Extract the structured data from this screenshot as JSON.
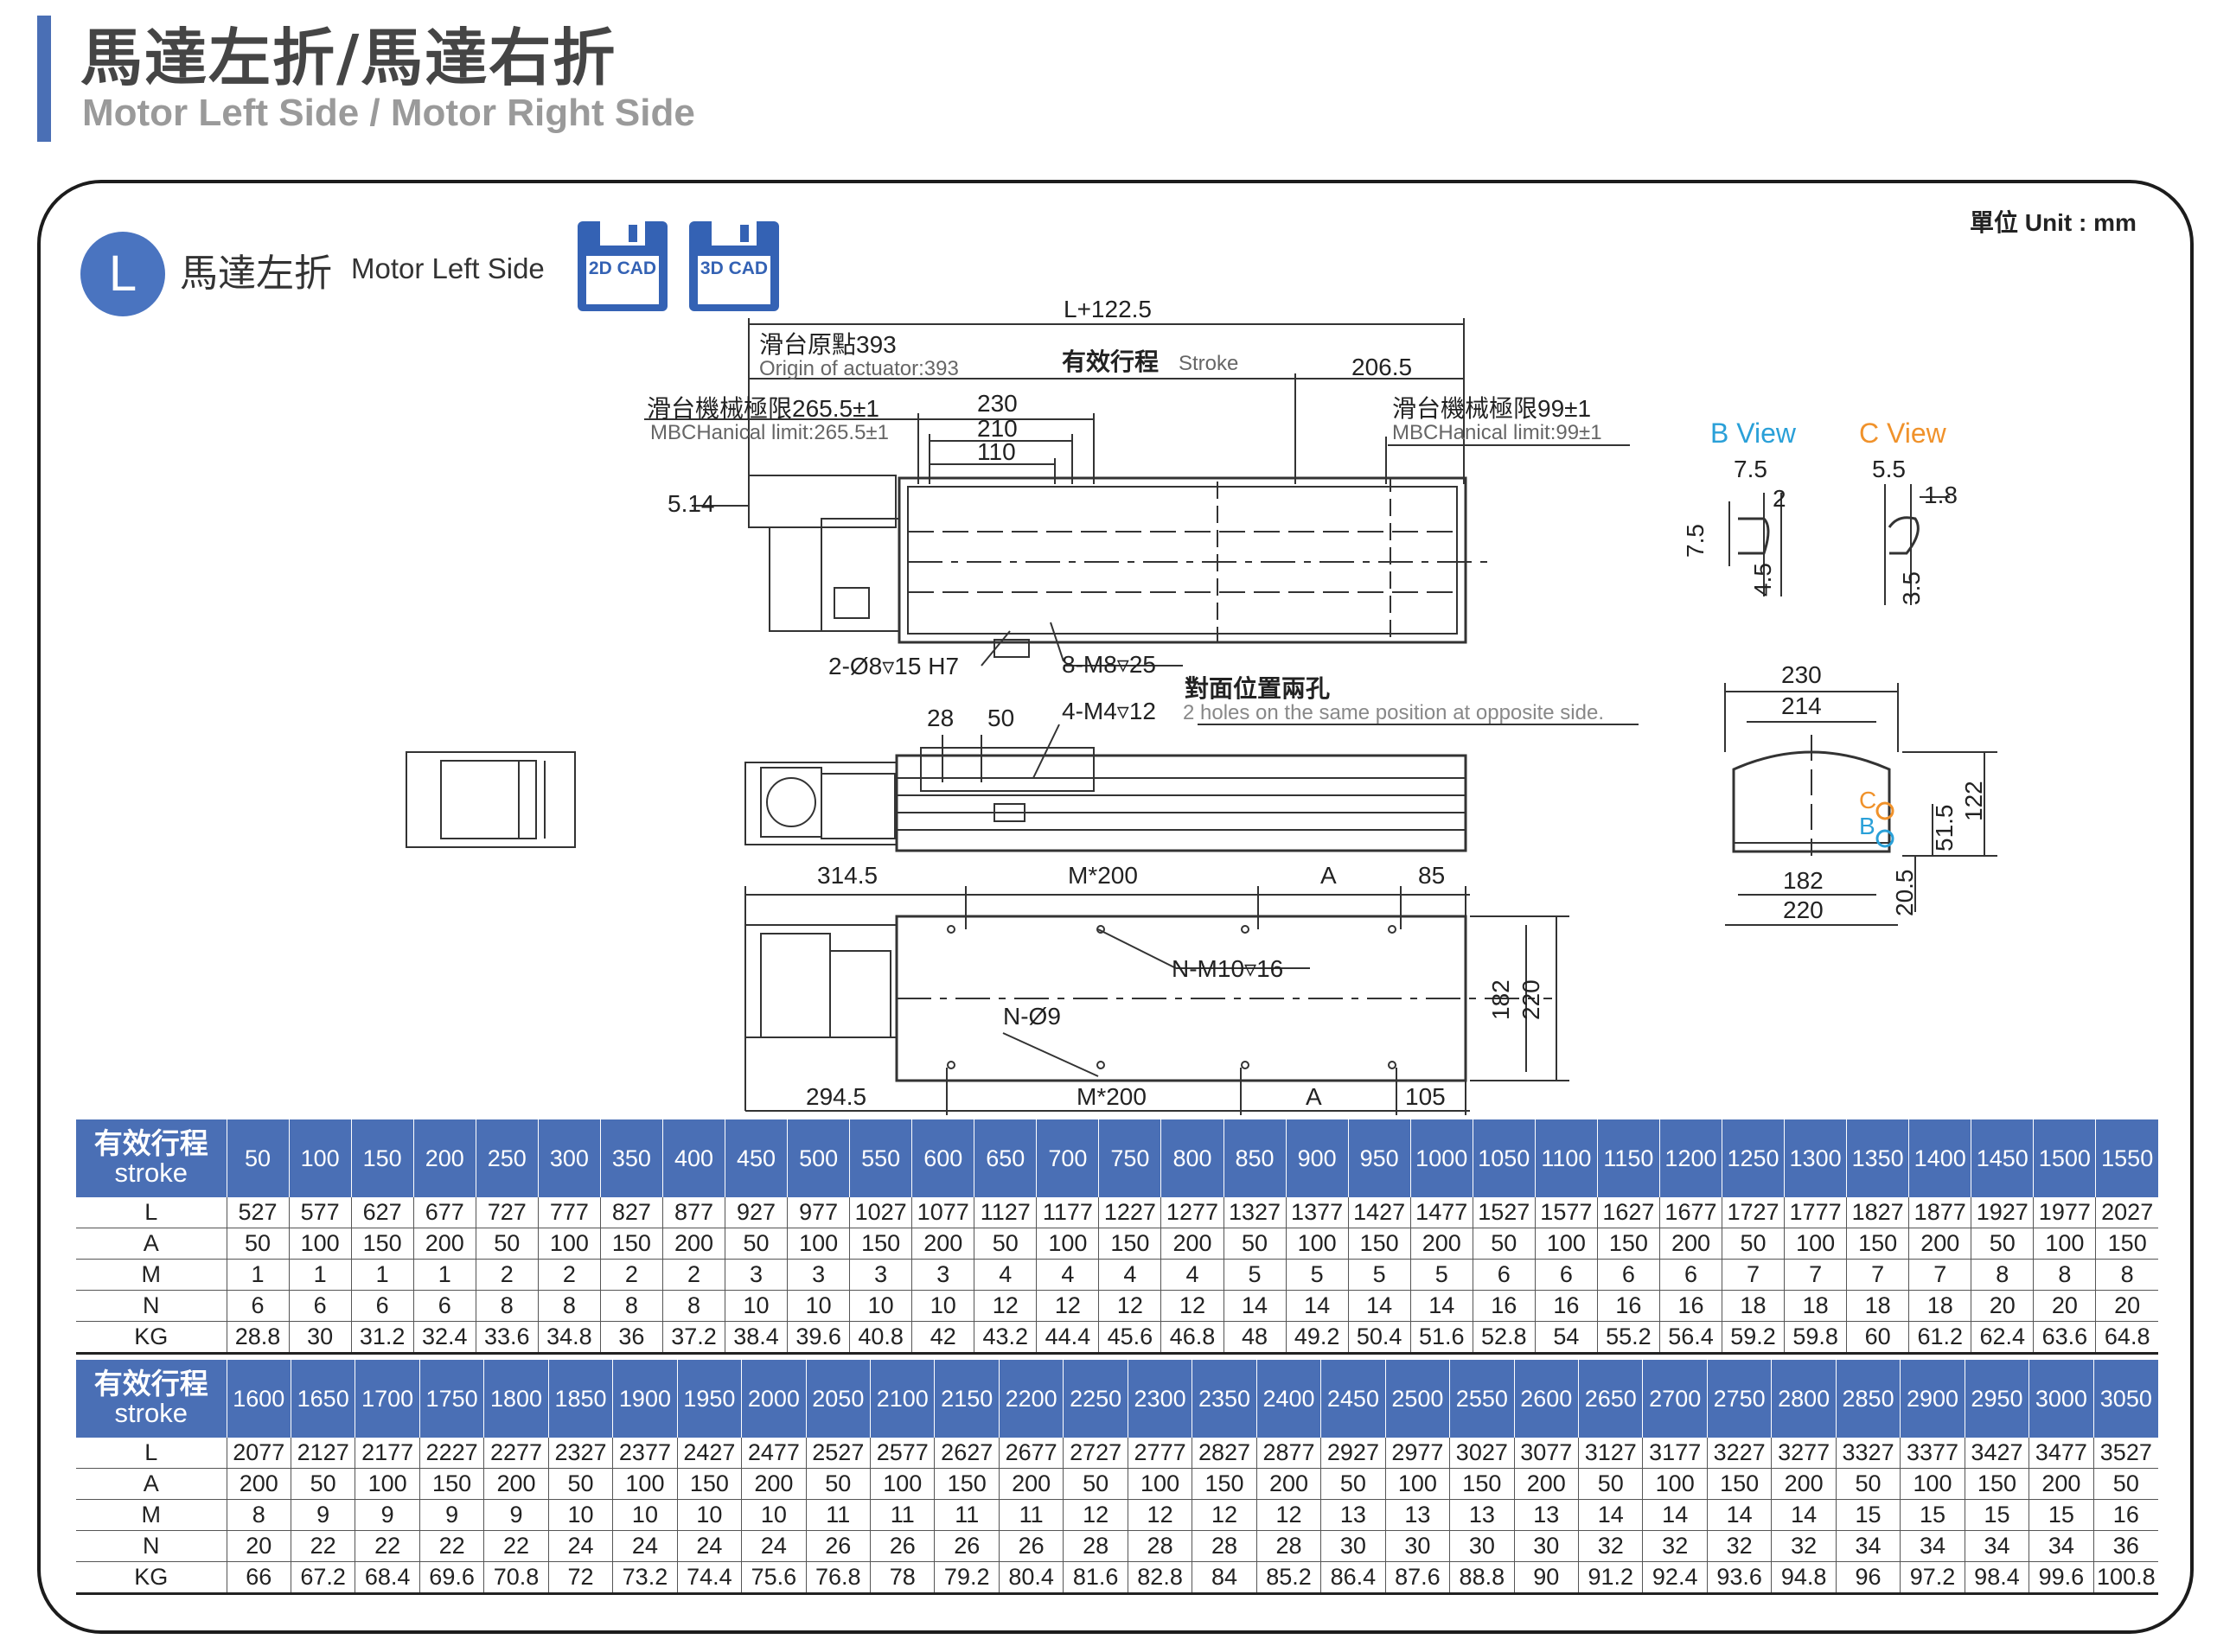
{
  "header": {
    "title_cn": "馬達左折/馬達右折",
    "title_en": "Motor Left Side / Motor Right Side"
  },
  "unit": "單位 Unit : mm",
  "section": {
    "badge": "L",
    "title_cn": "馬達左折",
    "title_en": "Motor Left Side"
  },
  "cad_buttons": [
    {
      "label": "2D CAD"
    },
    {
      "label": "3D CAD"
    }
  ],
  "drawing": {
    "dim_L": "L+122.5",
    "origin_cn": "滑台原點393",
    "origin_en": "Origin of actuator:393",
    "stroke_cn": "有效行程",
    "stroke_en": "Stroke",
    "dim_2065": "206.5",
    "mech_left_cn": "滑台機械極限265.5±1",
    "mech_left_en": "MBCHanical limit:265.5±1",
    "mech_right_cn": "滑台機械極限99±1",
    "mech_right_en": "MBCHanical limit:99±1",
    "dim_230": "230",
    "dim_210": "210",
    "dim_110": "110",
    "dim_514": "5.14",
    "hole_pin": "2-Ø8▿15 H7",
    "hole_m8": "8-M8▿25",
    "opposite_cn": "對面位置兩孔",
    "hole_m4": "4-M4▿12",
    "opposite_en": "2 holes on the same position at opposite side.",
    "dim_28": "28",
    "dim_50": "50",
    "dim_3145": "314.5",
    "dim_M200_top": "M*200",
    "dim_A_top": "A",
    "dim_85": "85",
    "hole_m10": "N-M10▿16",
    "hole_9": "N-Ø9",
    "dim_182v": "182",
    "dim_220v": "220",
    "dim_2945": "294.5",
    "dim_M200_bot": "M*200",
    "dim_A_bot": "A",
    "dim_105": "105",
    "b_view": "B View",
    "c_view": "C View",
    "b_75h": "7.5",
    "b_2": "2",
    "b_75v": "7.5",
    "b_45": "4.5",
    "c_55": "5.5",
    "c_18": "1.8",
    "c_35": "3.5",
    "end_230": "230",
    "end_214": "214",
    "end_182": "182",
    "end_220": "220",
    "end_515": "51.5",
    "end_122": "122",
    "end_205": "20.5",
    "end_C": "C",
    "end_B": "B"
  },
  "colors": {
    "accent": "#4a6fb5",
    "b_view": "#2aa0d8",
    "c_view": "#f0922b"
  },
  "table1": {
    "header": {
      "cn": "有效行程",
      "en": "stroke"
    },
    "strokes": [
      "50",
      "100",
      "150",
      "200",
      "250",
      "300",
      "350",
      "400",
      "450",
      "500",
      "550",
      "600",
      "650",
      "700",
      "750",
      "800",
      "850",
      "900",
      "950",
      "1000",
      "1050",
      "1100",
      "1150",
      "1200",
      "1250",
      "1300",
      "1350",
      "1400",
      "1450",
      "1500",
      "1550"
    ],
    "rows": [
      {
        "label": "L",
        "values": [
          "527",
          "577",
          "627",
          "677",
          "727",
          "777",
          "827",
          "877",
          "927",
          "977",
          "1027",
          "1077",
          "1127",
          "1177",
          "1227",
          "1277",
          "1327",
          "1377",
          "1427",
          "1477",
          "1527",
          "1577",
          "1627",
          "1677",
          "1727",
          "1777",
          "1827",
          "1877",
          "1927",
          "1977",
          "2027"
        ]
      },
      {
        "label": "A",
        "values": [
          "50",
          "100",
          "150",
          "200",
          "50",
          "100",
          "150",
          "200",
          "50",
          "100",
          "150",
          "200",
          "50",
          "100",
          "150",
          "200",
          "50",
          "100",
          "150",
          "200",
          "50",
          "100",
          "150",
          "200",
          "50",
          "100",
          "150",
          "200",
          "50",
          "100",
          "150"
        ]
      },
      {
        "label": "M",
        "values": [
          "1",
          "1",
          "1",
          "1",
          "2",
          "2",
          "2",
          "2",
          "3",
          "3",
          "3",
          "3",
          "4",
          "4",
          "4",
          "4",
          "5",
          "5",
          "5",
          "5",
          "6",
          "6",
          "6",
          "6",
          "7",
          "7",
          "7",
          "7",
          "8",
          "8",
          "8"
        ]
      },
      {
        "label": "N",
        "values": [
          "6",
          "6",
          "6",
          "6",
          "8",
          "8",
          "8",
          "8",
          "10",
          "10",
          "10",
          "10",
          "12",
          "12",
          "12",
          "12",
          "14",
          "14",
          "14",
          "14",
          "16",
          "16",
          "16",
          "16",
          "18",
          "18",
          "18",
          "18",
          "20",
          "20",
          "20"
        ]
      },
      {
        "label": "KG",
        "values": [
          "28.8",
          "30",
          "31.2",
          "32.4",
          "33.6",
          "34.8",
          "36",
          "37.2",
          "38.4",
          "39.6",
          "40.8",
          "42",
          "43.2",
          "44.4",
          "45.6",
          "46.8",
          "48",
          "49.2",
          "50.4",
          "51.6",
          "52.8",
          "54",
          "55.2",
          "56.4",
          "59.2",
          "59.8",
          "60",
          "61.2",
          "62.4",
          "63.6",
          "64.8"
        ]
      }
    ]
  },
  "table2": {
    "header": {
      "cn": "有效行程",
      "en": "stroke"
    },
    "strokes": [
      "1600",
      "1650",
      "1700",
      "1750",
      "1800",
      "1850",
      "1900",
      "1950",
      "2000",
      "2050",
      "2100",
      "2150",
      "2200",
      "2250",
      "2300",
      "2350",
      "2400",
      "2450",
      "2500",
      "2550",
      "2600",
      "2650",
      "2700",
      "2750",
      "2800",
      "2850",
      "2900",
      "2950",
      "3000",
      "3050"
    ],
    "rows": [
      {
        "label": "L",
        "values": [
          "2077",
          "2127",
          "2177",
          "2227",
          "2277",
          "2327",
          "2377",
          "2427",
          "2477",
          "2527",
          "2577",
          "2627",
          "2677",
          "2727",
          "2777",
          "2827",
          "2877",
          "2927",
          "2977",
          "3027",
          "3077",
          "3127",
          "3177",
          "3227",
          "3277",
          "3327",
          "3377",
          "3427",
          "3477",
          "3527"
        ]
      },
      {
        "label": "A",
        "values": [
          "200",
          "50",
          "100",
          "150",
          "200",
          "50",
          "100",
          "150",
          "200",
          "50",
          "100",
          "150",
          "200",
          "50",
          "100",
          "150",
          "200",
          "50",
          "100",
          "150",
          "200",
          "50",
          "100",
          "150",
          "200",
          "50",
          "100",
          "150",
          "200",
          "50"
        ]
      },
      {
        "label": "M",
        "values": [
          "8",
          "9",
          "9",
          "9",
          "9",
          "10",
          "10",
          "10",
          "10",
          "11",
          "11",
          "11",
          "11",
          "12",
          "12",
          "12",
          "12",
          "13",
          "13",
          "13",
          "13",
          "14",
          "14",
          "14",
          "14",
          "15",
          "15",
          "15",
          "15",
          "16"
        ]
      },
      {
        "label": "N",
        "values": [
          "20",
          "22",
          "22",
          "22",
          "22",
          "24",
          "24",
          "24",
          "24",
          "26",
          "26",
          "26",
          "26",
          "28",
          "28",
          "28",
          "28",
          "30",
          "30",
          "30",
          "30",
          "32",
          "32",
          "32",
          "32",
          "34",
          "34",
          "34",
          "34",
          "36"
        ]
      },
      {
        "label": "KG",
        "values": [
          "66",
          "67.2",
          "68.4",
          "69.6",
          "70.8",
          "72",
          "73.2",
          "74.4",
          "75.6",
          "76.8",
          "78",
          "79.2",
          "80.4",
          "81.6",
          "82.8",
          "84",
          "85.2",
          "86.4",
          "87.6",
          "88.8",
          "90",
          "91.2",
          "92.4",
          "93.6",
          "94.8",
          "96",
          "97.2",
          "98.4",
          "99.6",
          "100.8"
        ]
      }
    ]
  }
}
